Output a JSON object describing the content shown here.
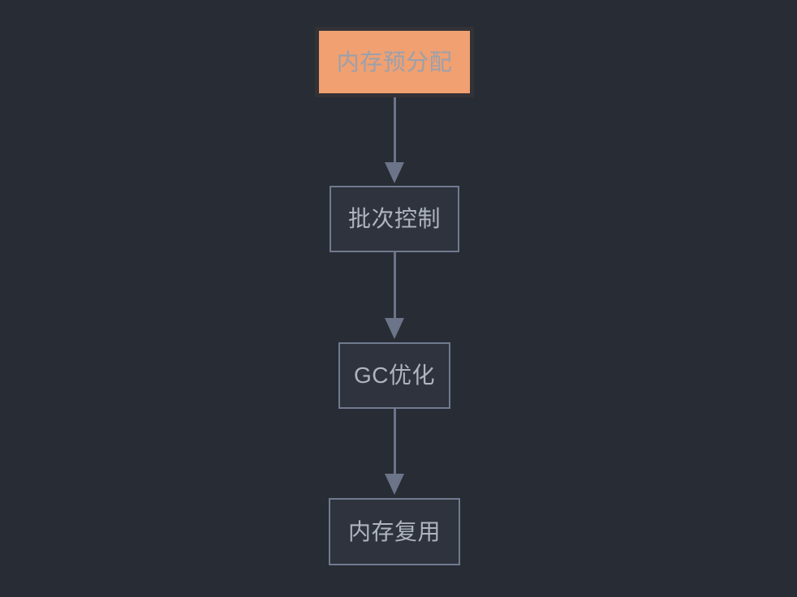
{
  "diagram": {
    "type": "flowchart",
    "direction": "top-to-bottom",
    "background_color": "#282c34",
    "nodes": [
      {
        "id": "node-memory-prealloc",
        "label": "内存预分配",
        "highlighted": true,
        "fill_color": "#f0a071",
        "border_color": "#323237",
        "text_color": "#9aa0ad"
      },
      {
        "id": "node-batch-control",
        "label": "批次控制",
        "highlighted": false,
        "fill_color": "#2f333d",
        "border_color": "#707a90",
        "text_color": "#aeb4c0"
      },
      {
        "id": "node-gc-optimization",
        "label": "GC优化",
        "highlighted": false,
        "fill_color": "#2f333d",
        "border_color": "#707a90",
        "text_color": "#aeb4c0"
      },
      {
        "id": "node-memory-reuse",
        "label": "内存复用",
        "highlighted": false,
        "fill_color": "#2f333d",
        "border_color": "#707a90",
        "text_color": "#aeb4c0"
      }
    ],
    "edges": [
      {
        "id": "edge-1",
        "from": "node-memory-prealloc",
        "to": "node-batch-control",
        "arrow_color": "#6c7489"
      },
      {
        "id": "edge-2",
        "from": "node-batch-control",
        "to": "node-gc-optimization",
        "arrow_color": "#6c7489"
      },
      {
        "id": "edge-3",
        "from": "node-gc-optimization",
        "to": "node-memory-reuse",
        "arrow_color": "#6c7489"
      }
    ]
  }
}
